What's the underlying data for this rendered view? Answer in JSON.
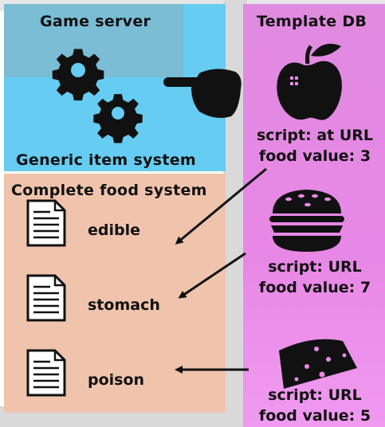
{
  "game_server": {
    "title": "Game server",
    "footer": "Generic item system"
  },
  "food_system": {
    "title": "Complete food system",
    "docs": [
      {
        "label": "edible"
      },
      {
        "label": "stomach"
      },
      {
        "label": "poison"
      }
    ]
  },
  "template_db": {
    "title": "Template DB",
    "items": [
      {
        "icon": "apple-icon",
        "script": "script: at URL",
        "food_value": "food value: 3"
      },
      {
        "icon": "burger-icon",
        "script": "script: URL",
        "food_value": "food value: 7"
      },
      {
        "icon": "cheese-icon",
        "script": "script: URL",
        "food_value": "food value: 5"
      }
    ]
  },
  "colors": {
    "game_server_bg": "#66ccf2",
    "food_system_bg": "#f0c4ac",
    "template_db_bg": "#e88ae4",
    "background_gray": "#d9d9d9"
  }
}
